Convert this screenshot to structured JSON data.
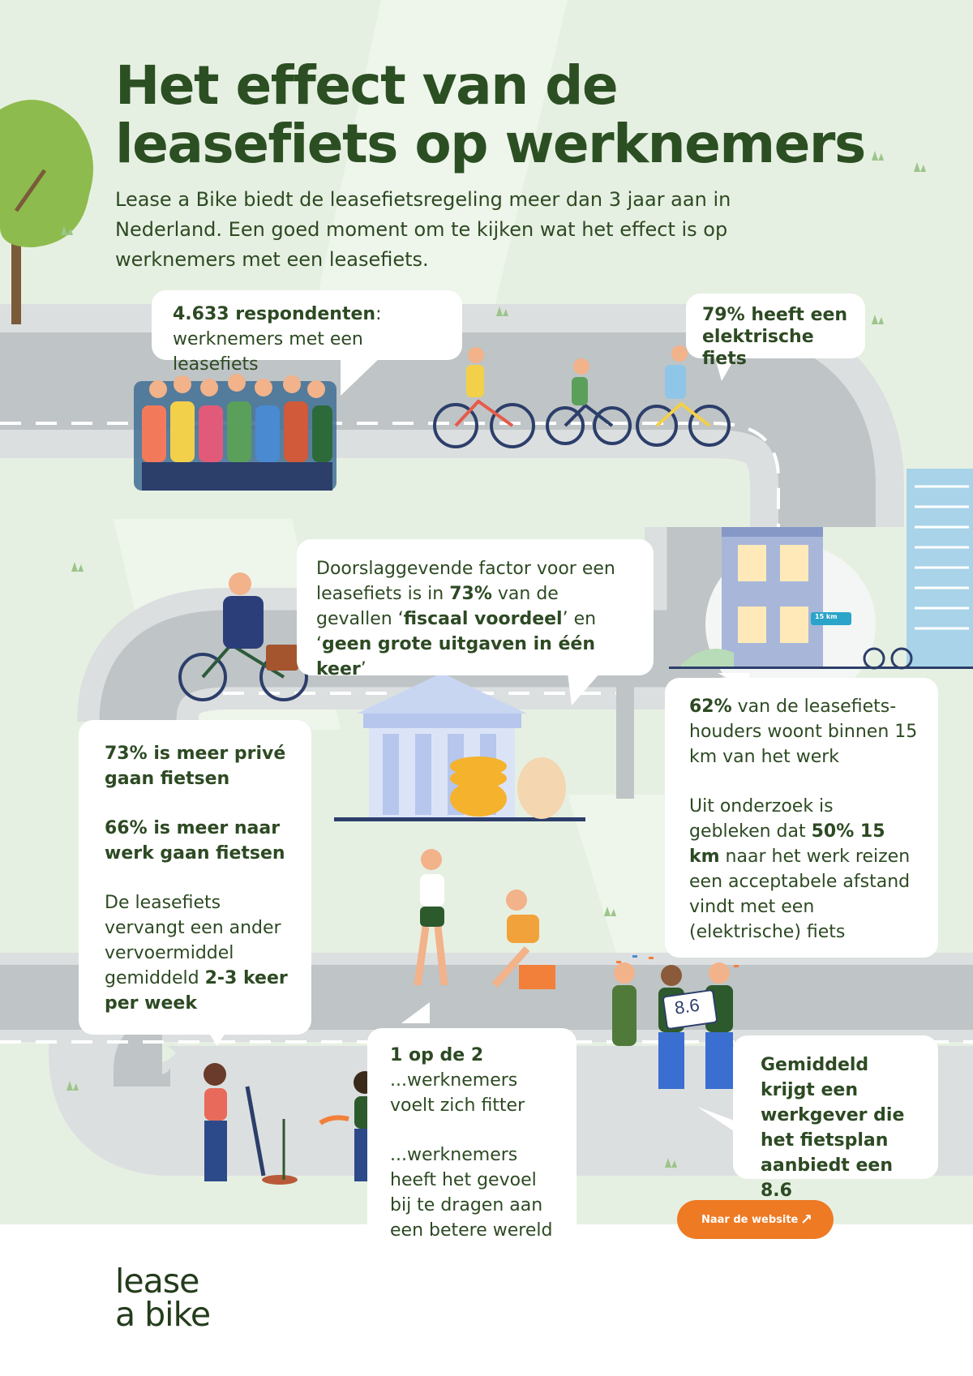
{
  "title": "Het effect van de leasefiets op werknemers",
  "intro": "Lease a Bike biedt de leasefietsregeling meer dan 3 jaar aan in Nederland. Een goed moment om te kijken wat het effect is op werknemers met een leasefiets.",
  "respondents": {
    "bold": "4.633 respondenten",
    "rest": ":",
    "line2": "werknemers met een leasefiets"
  },
  "electric": {
    "line1": "79% heeft een",
    "line2": "elektrische fiets"
  },
  "factor": {
    "t1": "Doorslaggevende factor voor een leasefiets is in ",
    "b1": "73%",
    "t2": " van de gevallen ‘",
    "b2": "fiscaal voordeel",
    "t3": "’ en ‘",
    "b3": "geen grote uitgaven in één keer",
    "t4": "’"
  },
  "distance": {
    "b1": "62%",
    "t1": " van de leasefiets-houders woont binnen 15 km van het werk",
    "t2": "Uit onderzoek is gebleken dat ",
    "b2": "50% 15 km",
    "t3": " naar het werk reizen een acceptabele afstand vindt met een (elektrische) fiets"
  },
  "cycling": {
    "p1": "73% is meer privé gaan fietsen",
    "p2": "66% is meer naar werk gaan fietsen",
    "t1": "De leasefiets vervangt een ander vervoermiddel gemiddeld ",
    "b1": "2-3 keer per week"
  },
  "fitter": {
    "bold": "1 op de 2",
    "line1": "...werknemers voelt zich fitter",
    "line2": "...werknemers heeft het gevoel bij te dragen aan een betere wereld"
  },
  "score": {
    "text": "Gemiddeld krijgt een werkgever die het fietsplan aanbiedt een 8.6",
    "sign": "8.6"
  },
  "sign_km": "15 km",
  "cta": {
    "label": "Naar de website",
    "icon": "arrow-up-right-icon"
  },
  "logo": {
    "line1": "lease",
    "line2": "a bike"
  },
  "colors": {
    "dark_green": "#2b4f22",
    "light_green_bg": "#e4efe0",
    "road": "#c9cdcf",
    "orange": "#ee7a24"
  }
}
